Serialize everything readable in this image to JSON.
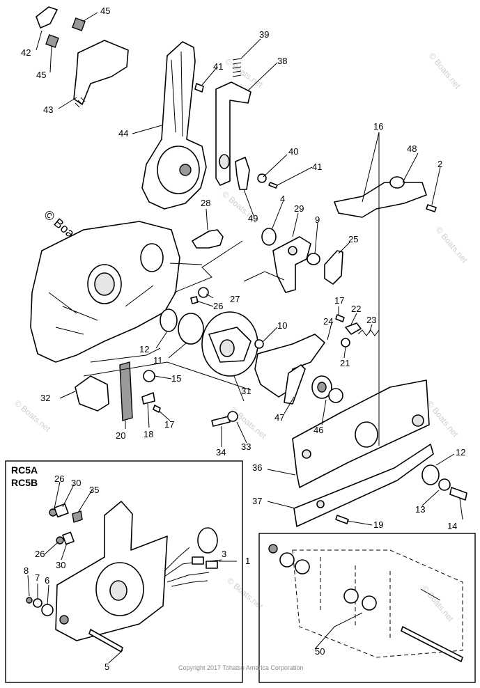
{
  "labels": {
    "p1": "1",
    "p2": "2",
    "p3": "3",
    "p4": "4",
    "p5": "5",
    "p6": "6",
    "p7": "7",
    "p8": "8",
    "p9": "9",
    "p10": "10",
    "p11": "11",
    "p12": "12",
    "p12b": "12",
    "p13": "13",
    "p14": "14",
    "p15": "15",
    "p16": "16",
    "p17": "17",
    "p17b": "17",
    "p18": "18",
    "p19": "19",
    "p20": "20",
    "p21": "21",
    "p22": "22",
    "p23": "23",
    "p24": "24",
    "p25": "25",
    "p26": "26",
    "p26b": "26",
    "p26c": "26",
    "p27": "27",
    "p28": "28",
    "p29": "29",
    "p30": "30",
    "p30b": "30",
    "p31": "31",
    "p32": "32",
    "p33": "33",
    "p34": "34",
    "p35": "35",
    "p36": "36",
    "p37": "37",
    "p38": "38",
    "p39": "39",
    "p40": "40",
    "p41": "41",
    "p41b": "41",
    "p42": "42",
    "p43": "43",
    "p44": "44",
    "p45": "45",
    "p45b": "45",
    "p46": "46",
    "p47": "47",
    "p48": "48",
    "p49": "49",
    "p50": "50"
  },
  "inset": {
    "model_a": "RC5A",
    "model_b": "RC5B"
  },
  "watermark": {
    "text": "© Boats.net",
    "large": "© Boats.net"
  },
  "copyright": "Copyright 2017 Tohatsu America Corporation"
}
